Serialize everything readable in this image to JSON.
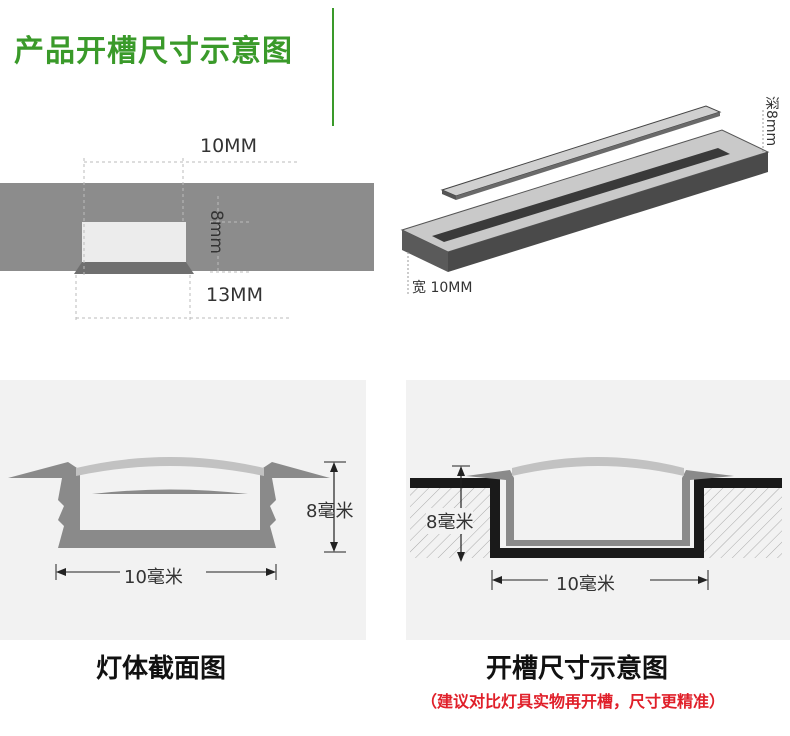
{
  "header": {
    "title": "产品开槽尺寸示意图"
  },
  "slot_section": {
    "width_top": "10MM",
    "depth": "8mm",
    "width_bottom": "13MM"
  },
  "iso_section": {
    "depth_label": "深8mm",
    "width_label": "宽 10MM"
  },
  "profile_panel": {
    "height_label": "8毫米",
    "width_label": "10毫米",
    "caption": "灯体截面图"
  },
  "groove_panel": {
    "height_label": "8毫米",
    "width_label": "10毫米",
    "caption": "开槽尺寸示意图",
    "note": "（建议对比灯具实物再开槽，尺寸更精准）"
  },
  "colors": {
    "title_green": "#3a9a2a",
    "board_gray": "#8a8a8a",
    "note_red": "#e0202a"
  }
}
